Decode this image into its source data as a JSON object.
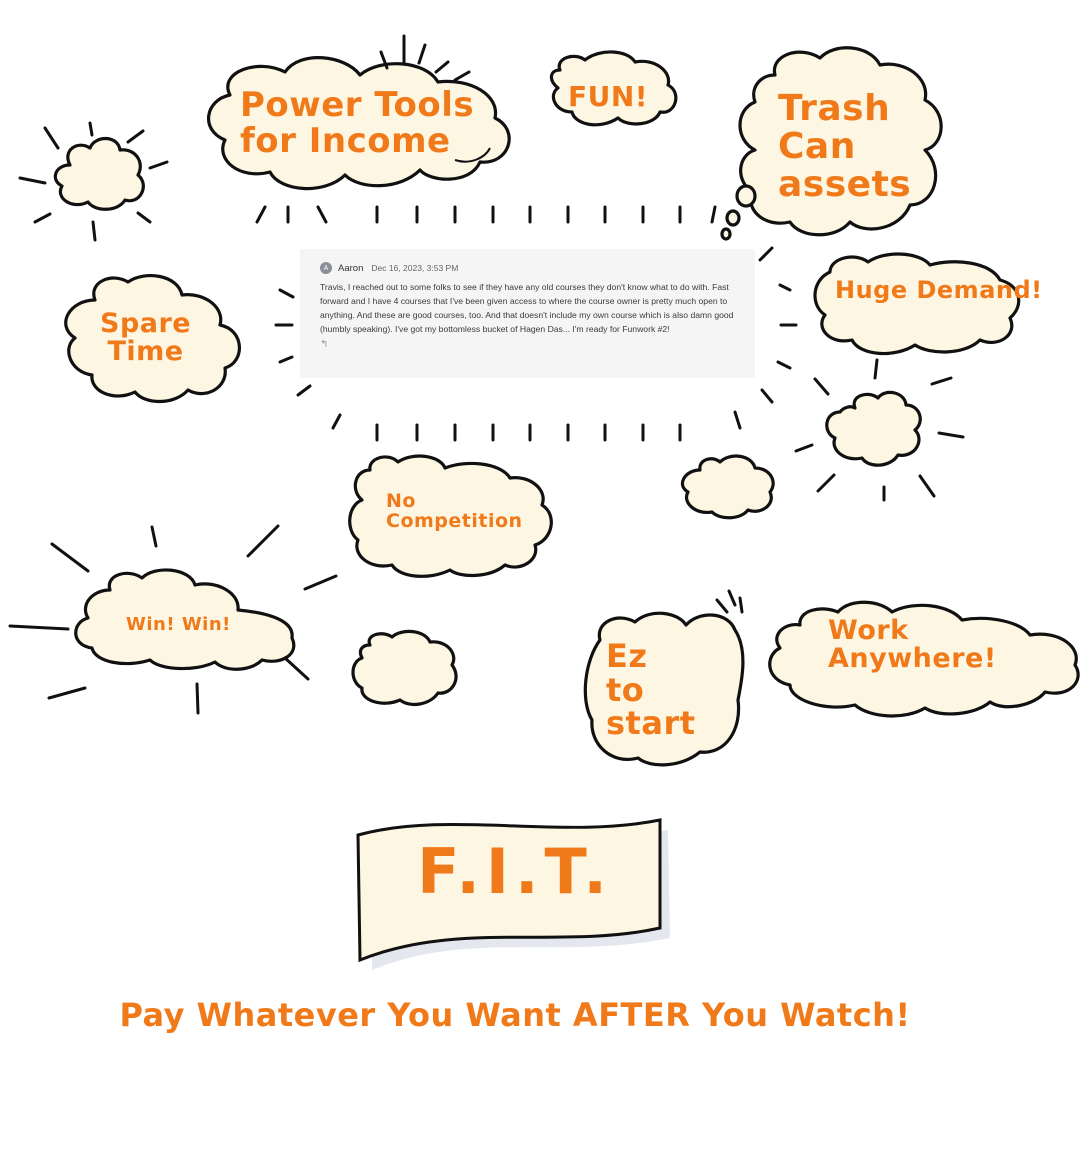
{
  "clouds": {
    "power_tools": "Power Tools\nfor Income",
    "fun": "FUN!",
    "trash_can": "Trash\nCan\nassets",
    "huge_demand": "Huge Demand!",
    "spare_time": "Spare\nTime",
    "no_competition": "No\nCompetition",
    "win_win": "Win! Win!",
    "ez_to_start": "Ez\nto\nstart",
    "work_anywhere": "Work\nAnywhere!"
  },
  "comment": {
    "avatar_initial": "A",
    "author": "Aaron",
    "date": "Dec 16, 2023, 3:53 PM",
    "body": "Travis, I reached out to some folks to see if they have any old courses they don't know what to do with. Fast forward and I have 4 courses that I've been given access to where the course owner is pretty much open to anything. And these are good courses, too. And that doesn't include my own course which is also damn good (humbly speaking). I've got my bottomless bucket of Hagen Das... I'm ready for Funwork #2!",
    "reply_icon": "reply-icon",
    "reply_glyph": "↰"
  },
  "banner": {
    "text": "F.I.T."
  },
  "tagline": "Pay Whatever You Want AFTER You Watch!",
  "colors": {
    "accent": "#f07a1a",
    "cloud_fill": "#fdf6e3",
    "ink": "#111111"
  }
}
